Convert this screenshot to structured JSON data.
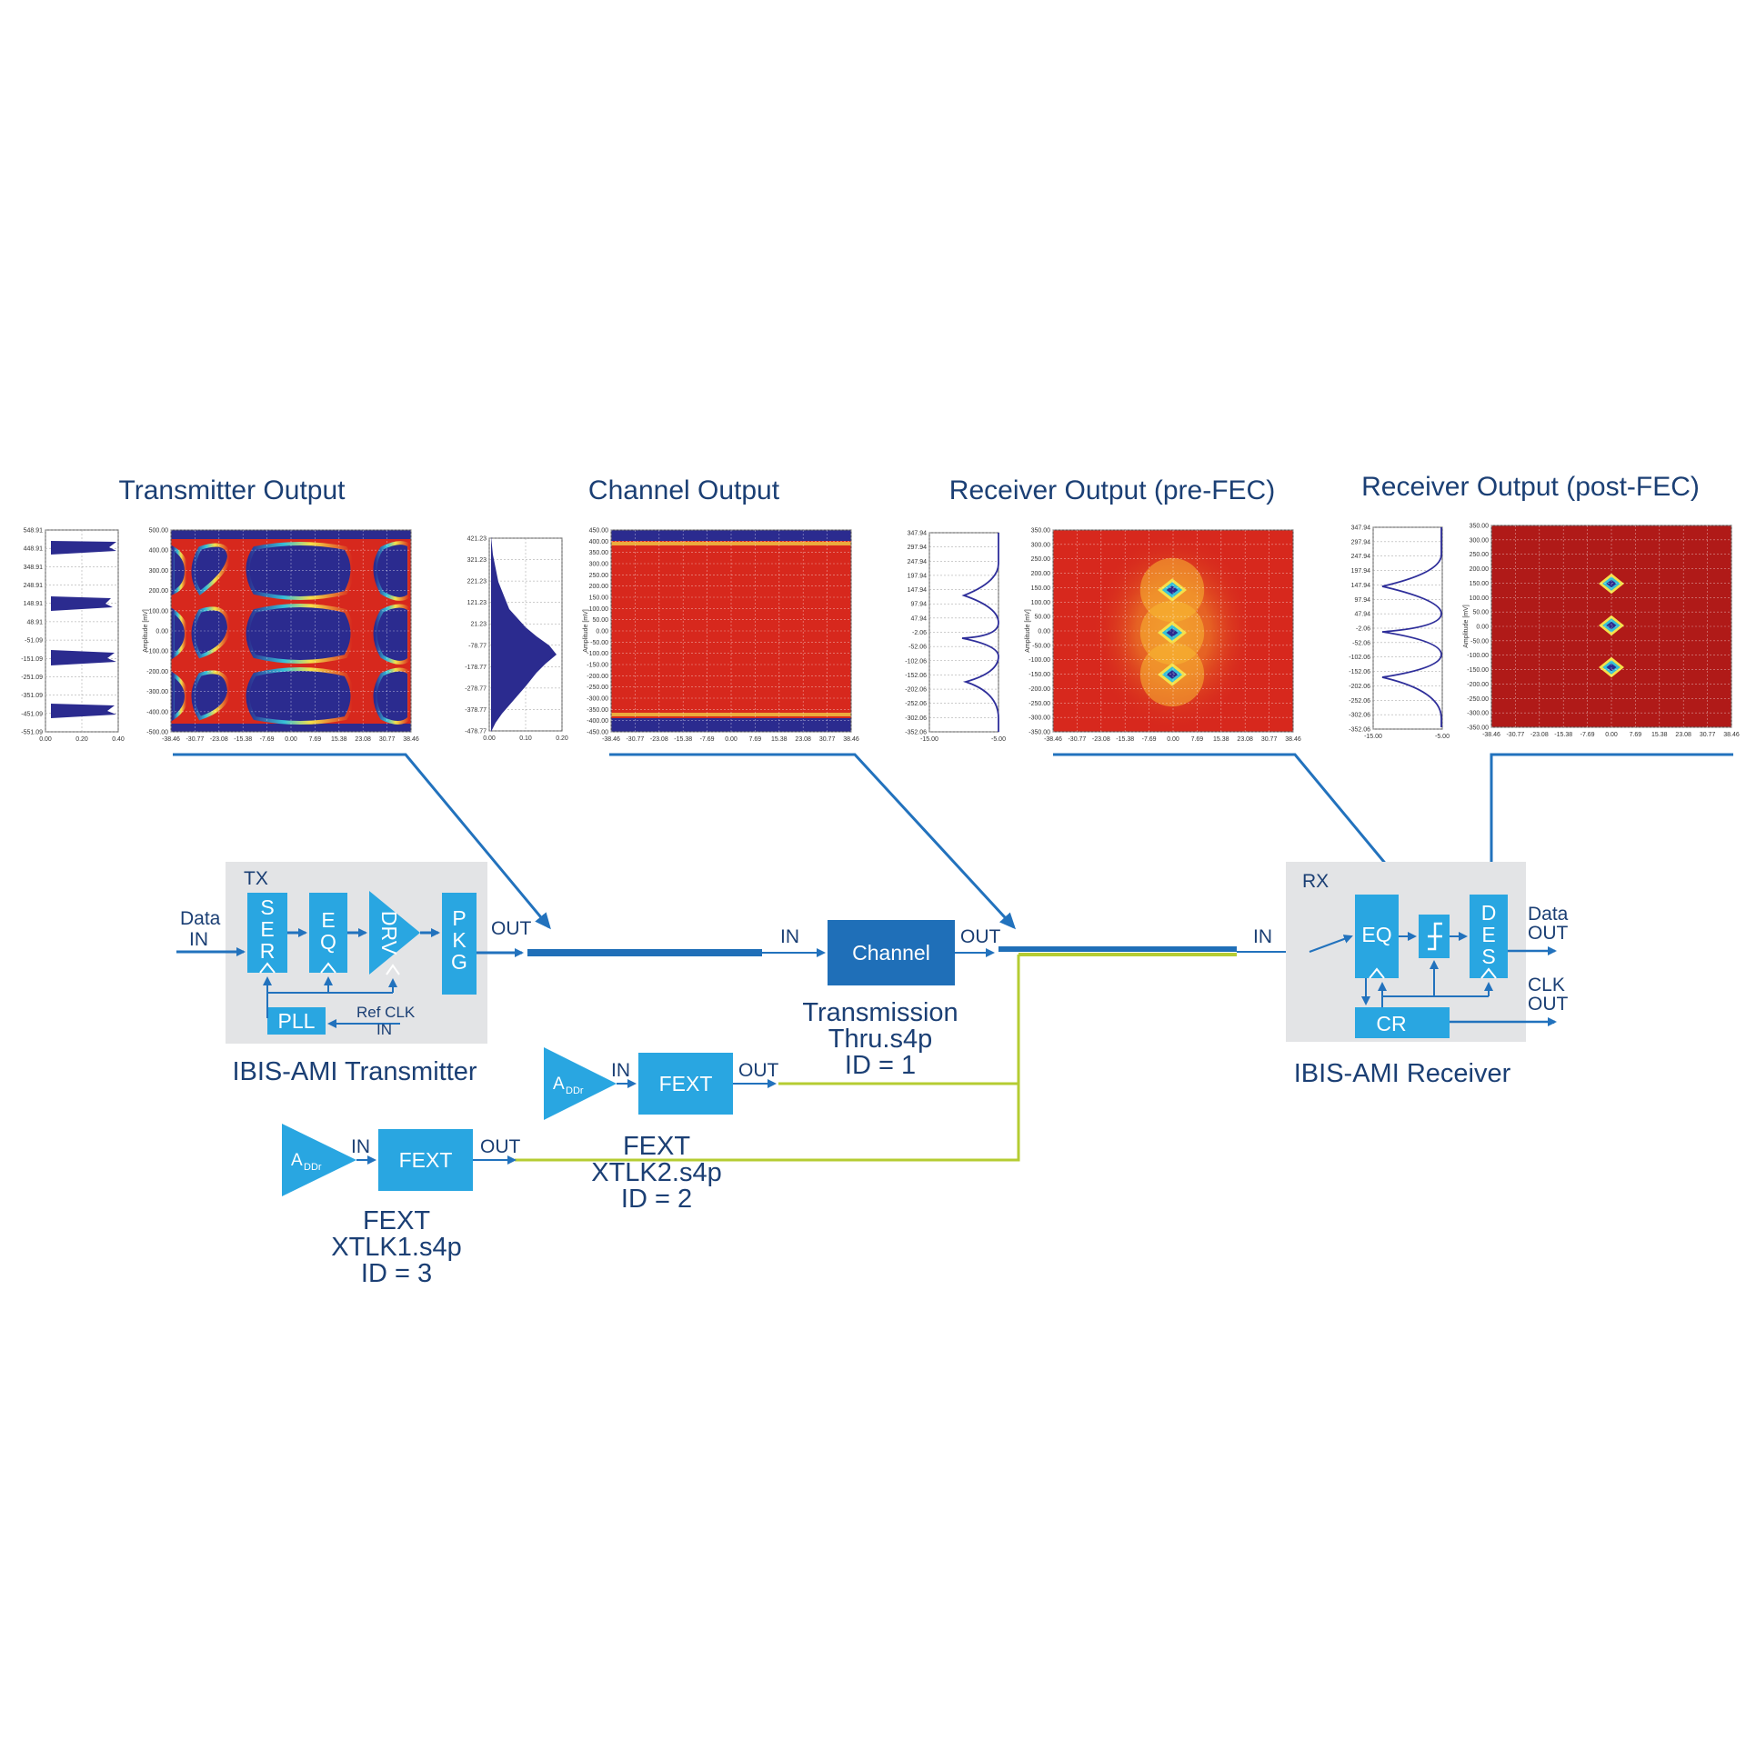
{
  "colors": {
    "navy": "#1b3f74",
    "block": "#29a6e1",
    "channel": "#1f6fb8",
    "line": "#2272bd",
    "xtalk": "#b5cc32",
    "panel": "#e3e4e6",
    "eyeBg": "#2b2b8f",
    "eyeRed": "#d7281d"
  },
  "plots": {
    "tx": {
      "title": "Transmitter Output",
      "hist_ticks": [
        "548.91",
        "448.91",
        "348.91",
        "248.91",
        "148.91",
        "48.91",
        "-51.09",
        "-151.09",
        "-251.09",
        "-351.09",
        "-451.09",
        "-551.09"
      ],
      "hist_xticks": [
        "0.00",
        "0.20",
        "0.40"
      ],
      "eye_yticks": [
        "500.00",
        "400.00",
        "300.00",
        "200.00",
        "100.00",
        "0.00",
        "-100.00",
        "-200.00",
        "-300.00",
        "-400.00",
        "-500.00"
      ],
      "eye_xticks": [
        "-38.46",
        "-30.77",
        "-23.08",
        "-15.38",
        "-7.69",
        "0.00",
        "7.69",
        "15.38",
        "23.08",
        "30.77",
        "38.46"
      ],
      "ylabel": "Amplitude [mV]"
    },
    "ch": {
      "title": "Channel Output",
      "hist_ticks": [
        "421.23",
        "321.23",
        "221.23",
        "121.23",
        "21.23",
        "-78.77",
        "-178.77",
        "-278.77",
        "-378.77",
        "-478.77"
      ],
      "hist_xticks": [
        "0.00",
        "0.10",
        "0.20"
      ],
      "eye_yticks": [
        "450.00",
        "400.00",
        "350.00",
        "300.00",
        "250.00",
        "200.00",
        "150.00",
        "100.00",
        "50.00",
        "0.00",
        "-50.00",
        "-100.00",
        "-150.00",
        "-200.00",
        "-250.00",
        "-300.00",
        "-350.00",
        "-400.00",
        "-450.00"
      ],
      "eye_xticks": [
        "-38.46",
        "-30.77",
        "-23.08",
        "-15.38",
        "-7.69",
        "0.00",
        "7.69",
        "15.38",
        "23.08",
        "30.77",
        "38.46"
      ],
      "ylabel": "Amplitude [mV]"
    },
    "rx1": {
      "title": "Receiver Output (pre-FEC)",
      "hist_ticks": [
        "347.94",
        "297.94",
        "247.94",
        "197.94",
        "147.94",
        "97.94",
        "47.94",
        "-2.06",
        "-52.06",
        "-102.06",
        "-152.06",
        "-202.06",
        "-252.06",
        "-302.06",
        "-352.06"
      ],
      "hist_xticks": [
        "-15.00",
        "-5.00"
      ],
      "eye_yticks": [
        "350.00",
        "300.00",
        "250.00",
        "200.00",
        "150.00",
        "100.00",
        "50.00",
        "0.00",
        "-50.00",
        "-100.00",
        "-150.00",
        "-200.00",
        "-250.00",
        "-300.00",
        "-350.00"
      ],
      "eye_xticks": [
        "-38.46",
        "-30.77",
        "-23.08",
        "-15.38",
        "-7.69",
        "0.00",
        "7.69",
        "15.38",
        "23.08",
        "30.77",
        "38.46"
      ],
      "ylabel": "Amplitude [mV]"
    },
    "rx2": {
      "title": "Receiver Output (post-FEC)",
      "hist_ticks": [
        "347.94",
        "297.94",
        "247.94",
        "197.94",
        "147.94",
        "97.94",
        "47.94",
        "-2.06",
        "-52.06",
        "-102.06",
        "-152.06",
        "-202.06",
        "-252.06",
        "-302.06",
        "-352.06"
      ],
      "hist_xticks": [
        "-15.00",
        "-5.00"
      ],
      "eye_yticks": [
        "350.00",
        "300.00",
        "250.00",
        "200.00",
        "150.00",
        "100.00",
        "50.00",
        "0.00",
        "-50.00",
        "-100.00",
        "-150.00",
        "-200.00",
        "-250.00",
        "-300.00",
        "-350.00"
      ],
      "eye_xticks": [
        "-38.46",
        "-30.77",
        "-23.08",
        "-15.38",
        "-7.69",
        "0.00",
        "7.69",
        "15.38",
        "23.08",
        "30.77",
        "38.46"
      ],
      "ylabel": "Amplitude [mV]"
    }
  },
  "tx": {
    "label": "TX",
    "data_in_1": "Data",
    "data_in_2": "IN",
    "ser": [
      "S",
      "E",
      "R"
    ],
    "eq": [
      "E",
      "Q"
    ],
    "drv": "DRV",
    "pkg": [
      "P",
      "K",
      "G"
    ],
    "pll": "PLL",
    "refclk_1": "Ref CLK",
    "refclk_2": "IN",
    "out": "OUT",
    "caption": "IBIS-AMI Transmitter"
  },
  "channel": {
    "in": "IN",
    "label": "Channel",
    "out": "OUT",
    "caption": [
      "Transmission",
      "Thru.s4p",
      "ID = 1"
    ]
  },
  "fext2": {
    "amp_main": "A",
    "amp_sub": "DDr",
    "in": "IN",
    "label": "FEXT",
    "out": "OUT",
    "caption": [
      "FEXT",
      "XTLK2.s4p",
      "ID = 2"
    ]
  },
  "fext1": {
    "amp_main": "A",
    "amp_sub": "DDr",
    "in": "IN",
    "label": "FEXT",
    "out": "OUT",
    "caption": [
      "FEXT",
      "XTLK1.s4p",
      "ID = 3"
    ]
  },
  "rx": {
    "label": "RX",
    "in": "IN",
    "eq": "EQ",
    "des": [
      "D",
      "E",
      "S"
    ],
    "cr": "CR",
    "data_out_1": "Data",
    "data_out_2": "OUT",
    "clk_out_1": "CLK",
    "clk_out_2": "OUT",
    "caption": "IBIS-AMI Receiver"
  }
}
